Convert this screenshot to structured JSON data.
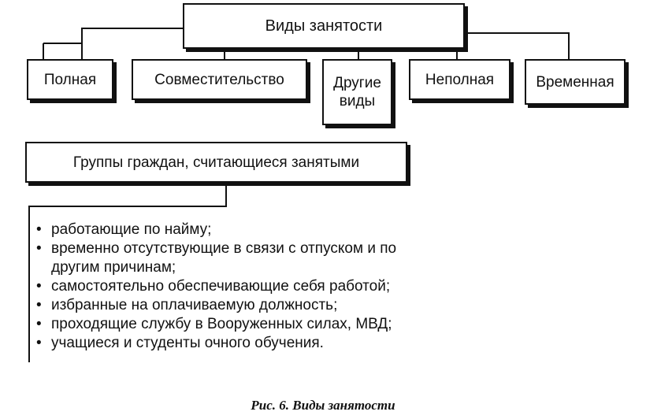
{
  "diagram": {
    "root": {
      "label": "Виды занятости"
    },
    "types": [
      {
        "label": "Полная"
      },
      {
        "label": "Совместительство"
      },
      {
        "label": "Другие виды"
      },
      {
        "label": "Неполная"
      },
      {
        "label": "Временная"
      }
    ],
    "groups": {
      "title": "Группы граждан, считающиеся занятыми",
      "items": [
        "работающие по найму;",
        "временно отсутствующие в связи с отпуском и по другим причинам;",
        "самостоятельно обеспечивающие себя работой;",
        "избранные на оплачиваемую должность;",
        "проходящие службу в Вооруженных силах, МВД;",
        "учащиеся и студенты очного обучения."
      ]
    }
  },
  "caption": "Рис. 6. Виды занятости"
}
